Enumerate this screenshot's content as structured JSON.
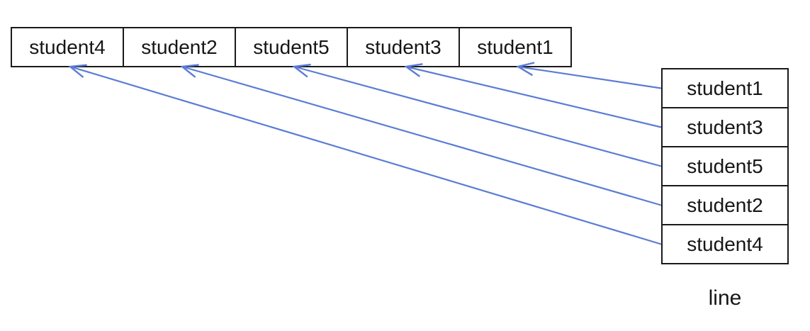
{
  "diagram": {
    "top_row": {
      "cells": [
        "student4",
        "student2",
        "student5",
        "student3",
        "student1"
      ]
    },
    "right_column": {
      "cells": [
        "student1",
        "student3",
        "student5",
        "student2",
        "student4"
      ]
    },
    "caption": "line",
    "arrow_color": "#5b7cd5",
    "arrows": [
      {
        "from_label": "student1",
        "from_right_index": 0,
        "to_top_index": 4
      },
      {
        "from_label": "student3",
        "from_right_index": 1,
        "to_top_index": 3
      },
      {
        "from_label": "student5",
        "from_right_index": 2,
        "to_top_index": 2
      },
      {
        "from_label": "student2",
        "from_right_index": 3,
        "to_top_index": 1
      },
      {
        "from_label": "student4",
        "from_right_index": 4,
        "to_top_index": 0
      }
    ]
  }
}
